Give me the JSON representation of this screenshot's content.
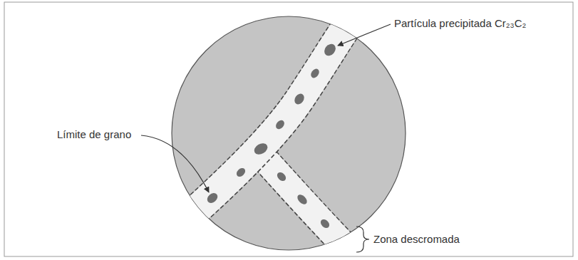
{
  "diagram": {
    "labels": [
      "Partícula precipitada Cr₂₃C₂",
      "Límite de grano",
      "Zona descromada"
    ]
  }
}
